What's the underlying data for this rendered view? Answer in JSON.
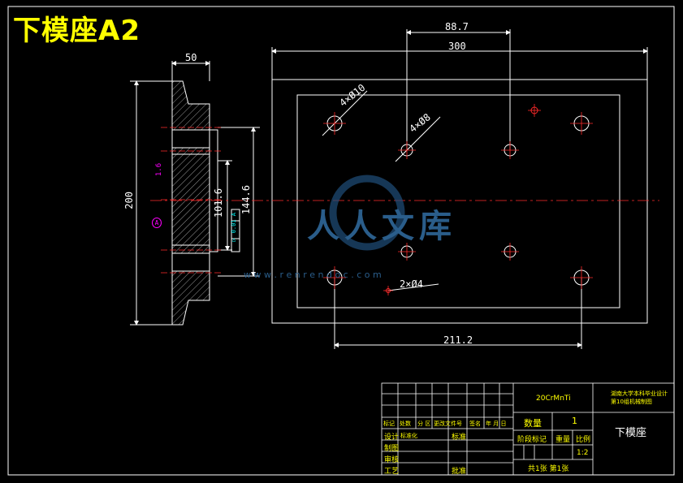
{
  "title": "下模座A2",
  "side_view": {
    "dim_width": "50",
    "dim_height": "200",
    "dim_inner_1": "101.6",
    "dim_inner_2": "144.6",
    "datum_label": "A",
    "tolerance_frame": "▽ 0.01 A",
    "roughness": "1.6"
  },
  "front_view": {
    "dim_top_1": "88.7",
    "dim_top_2": "300",
    "dim_bottom": "211.2",
    "hole_note_1": "4×Ø10",
    "hole_note_2": "4×Ø8",
    "hole_note_3": "2×Ø4"
  },
  "title_block": {
    "material": "20CrMnTi",
    "school": "湖南大学本科毕业设计",
    "school_line2": "第10组机械制图",
    "part_name": "下模座",
    "qty_label": "数量",
    "qty_value": "1",
    "header_cols": [
      "标记",
      "处数",
      "分 区",
      "更改文件号",
      "签名",
      "年 月 日"
    ],
    "rows": [
      "设计",
      "制图",
      "审核",
      "工艺"
    ],
    "std_label": "标准化",
    "std_label_2": "标准",
    "approve_label": "批准",
    "stage_label": "阶段标记",
    "weight_label": "重量",
    "scale_label": "比例",
    "scale_value": "1:2",
    "sheet_info": "共1张  第1张"
  },
  "watermark": {
    "text": "人人文库",
    "url": "w w w . r e n r e n d o c . c o m"
  }
}
